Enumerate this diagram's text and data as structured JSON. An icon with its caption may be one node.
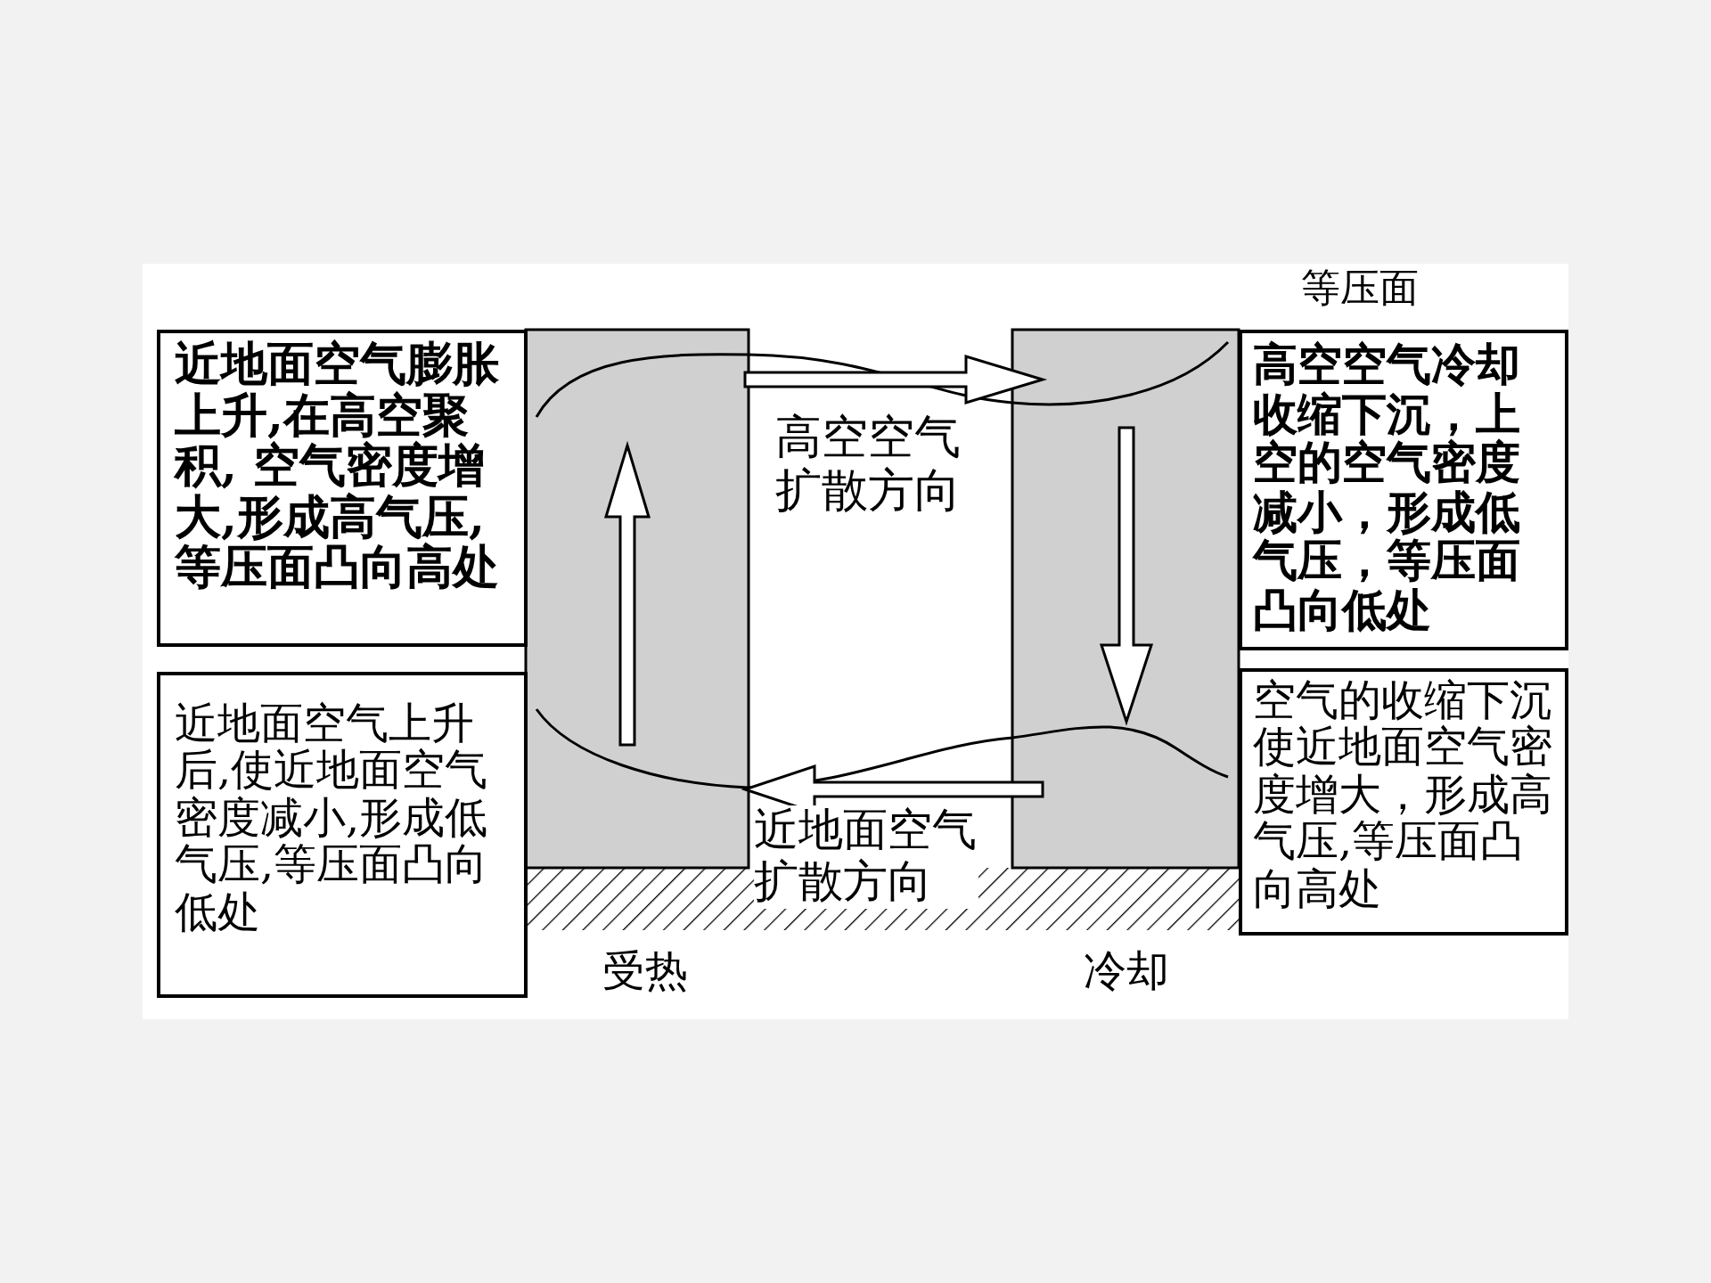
{
  "diagram": {
    "nodes": [
      {
        "text": [
          "近地面空气膨胀上升,在高空聚积, 空气密度增大,形成高气压,等压面凸向高处"
        ]
      },
      {
        "text": [
          "高空空气冷却收缩下沉，上空的空气密度减小，形成低气压，等压面凸向低处"
        ]
      },
      {
        "text": [
          "近地面空气上升后,使近地面空气密度减小,形成低气压,等压面凸向低处"
        ]
      },
      {
        "text": [
          "空气的收缩下沉使近地面空气密度增大，形成高气压,等压面凸向高处"
        ]
      }
    ],
    "edges": [],
    "labels": [
      "等压面",
      "高空空气扩散方向",
      "近地面空气扩散方向",
      "受热",
      "冷却"
    ]
  }
}
